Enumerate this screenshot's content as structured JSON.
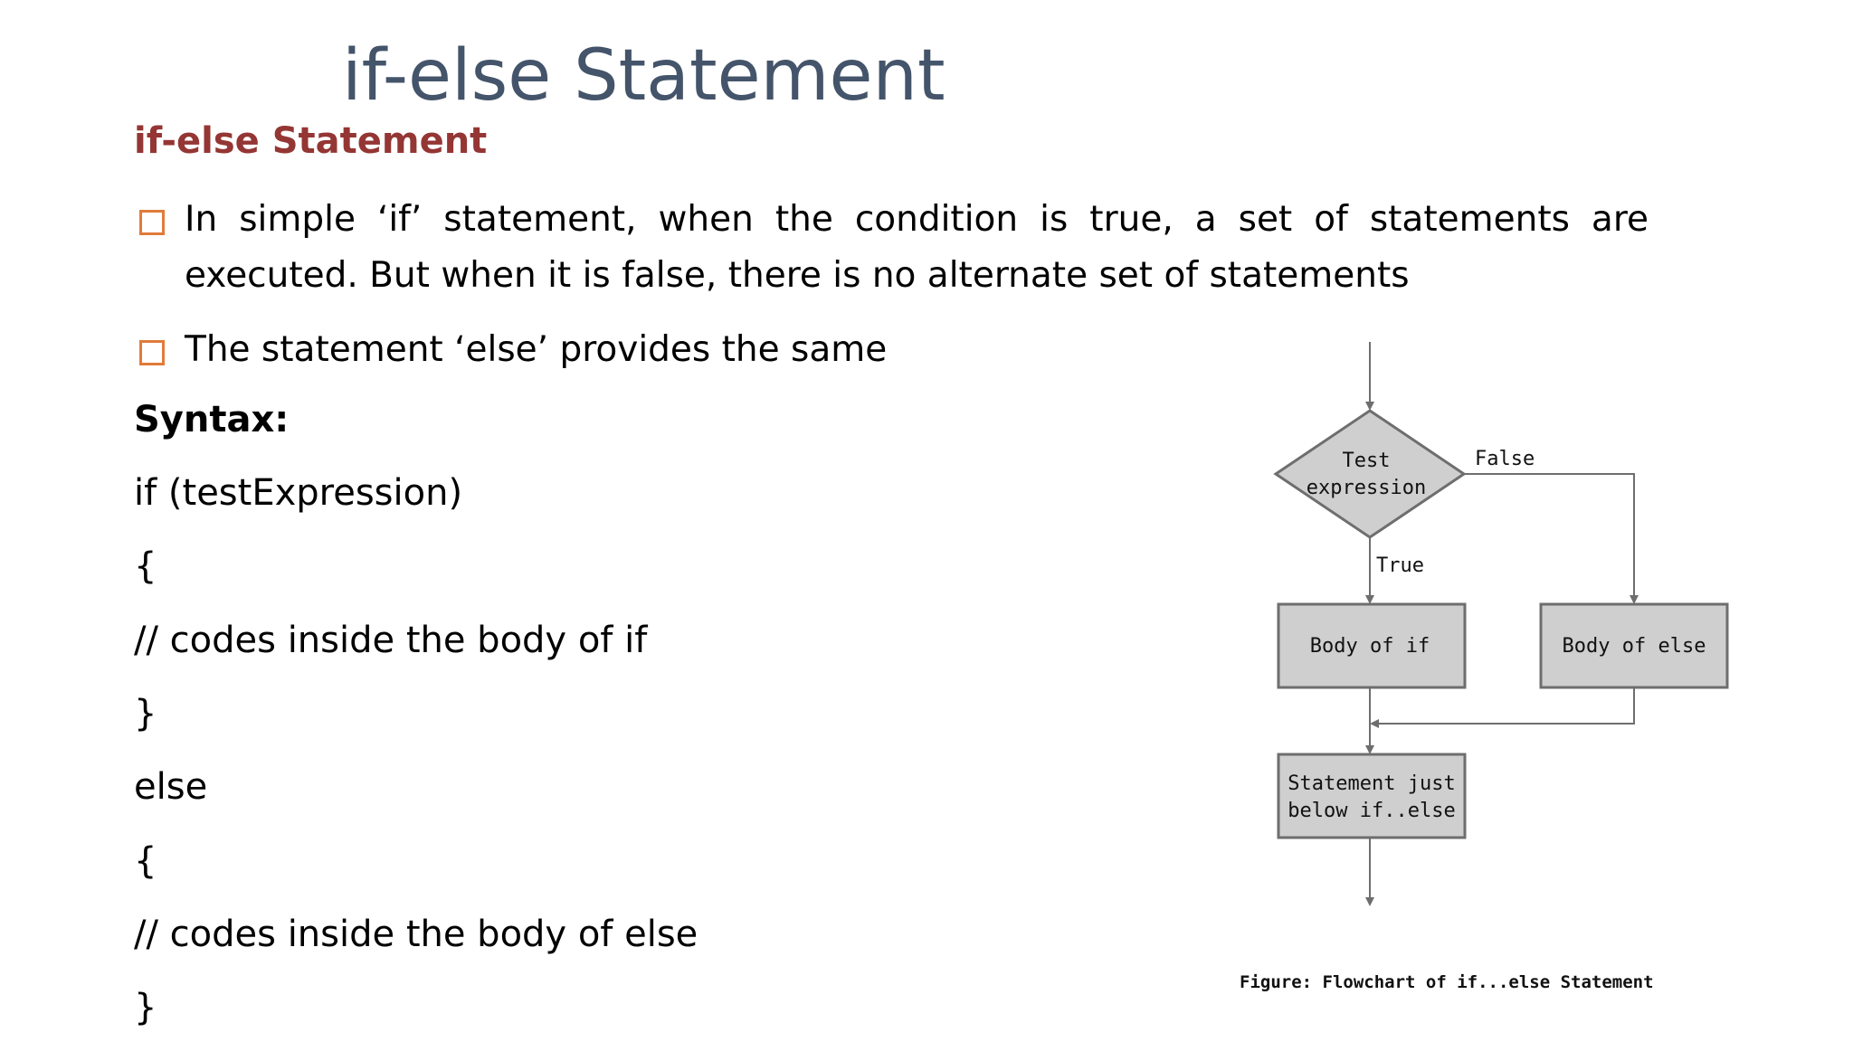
{
  "slide": {
    "title": "if-else Statement",
    "subtitle": "if-else Statement",
    "bullets": [
      "In simple ‘if’ statement, when the condition is true, a set of statements are executed. But when it is false, there is no alternate set of statements",
      "The statement ‘else’ provides the same"
    ],
    "syntax_label": "Syntax:",
    "code_lines": [
      "if (testExpression)",
      "{",
      "// codes inside the body of if",
      "}",
      "else",
      "{",
      "// codes inside the body of else",
      "}"
    ]
  },
  "flowchart": {
    "decision_line1": "Test",
    "decision_line2": "expression",
    "false_label": "False",
    "true_label": "True",
    "body_if": "Body of if",
    "body_else": "Body of else",
    "after_line1": "Statement just",
    "after_line2": "below if..else",
    "caption": "Figure: Flowchart of if...else Statement",
    "colors": {
      "fill": "#cfcfcf",
      "stroke": "#6e6e6e"
    }
  }
}
